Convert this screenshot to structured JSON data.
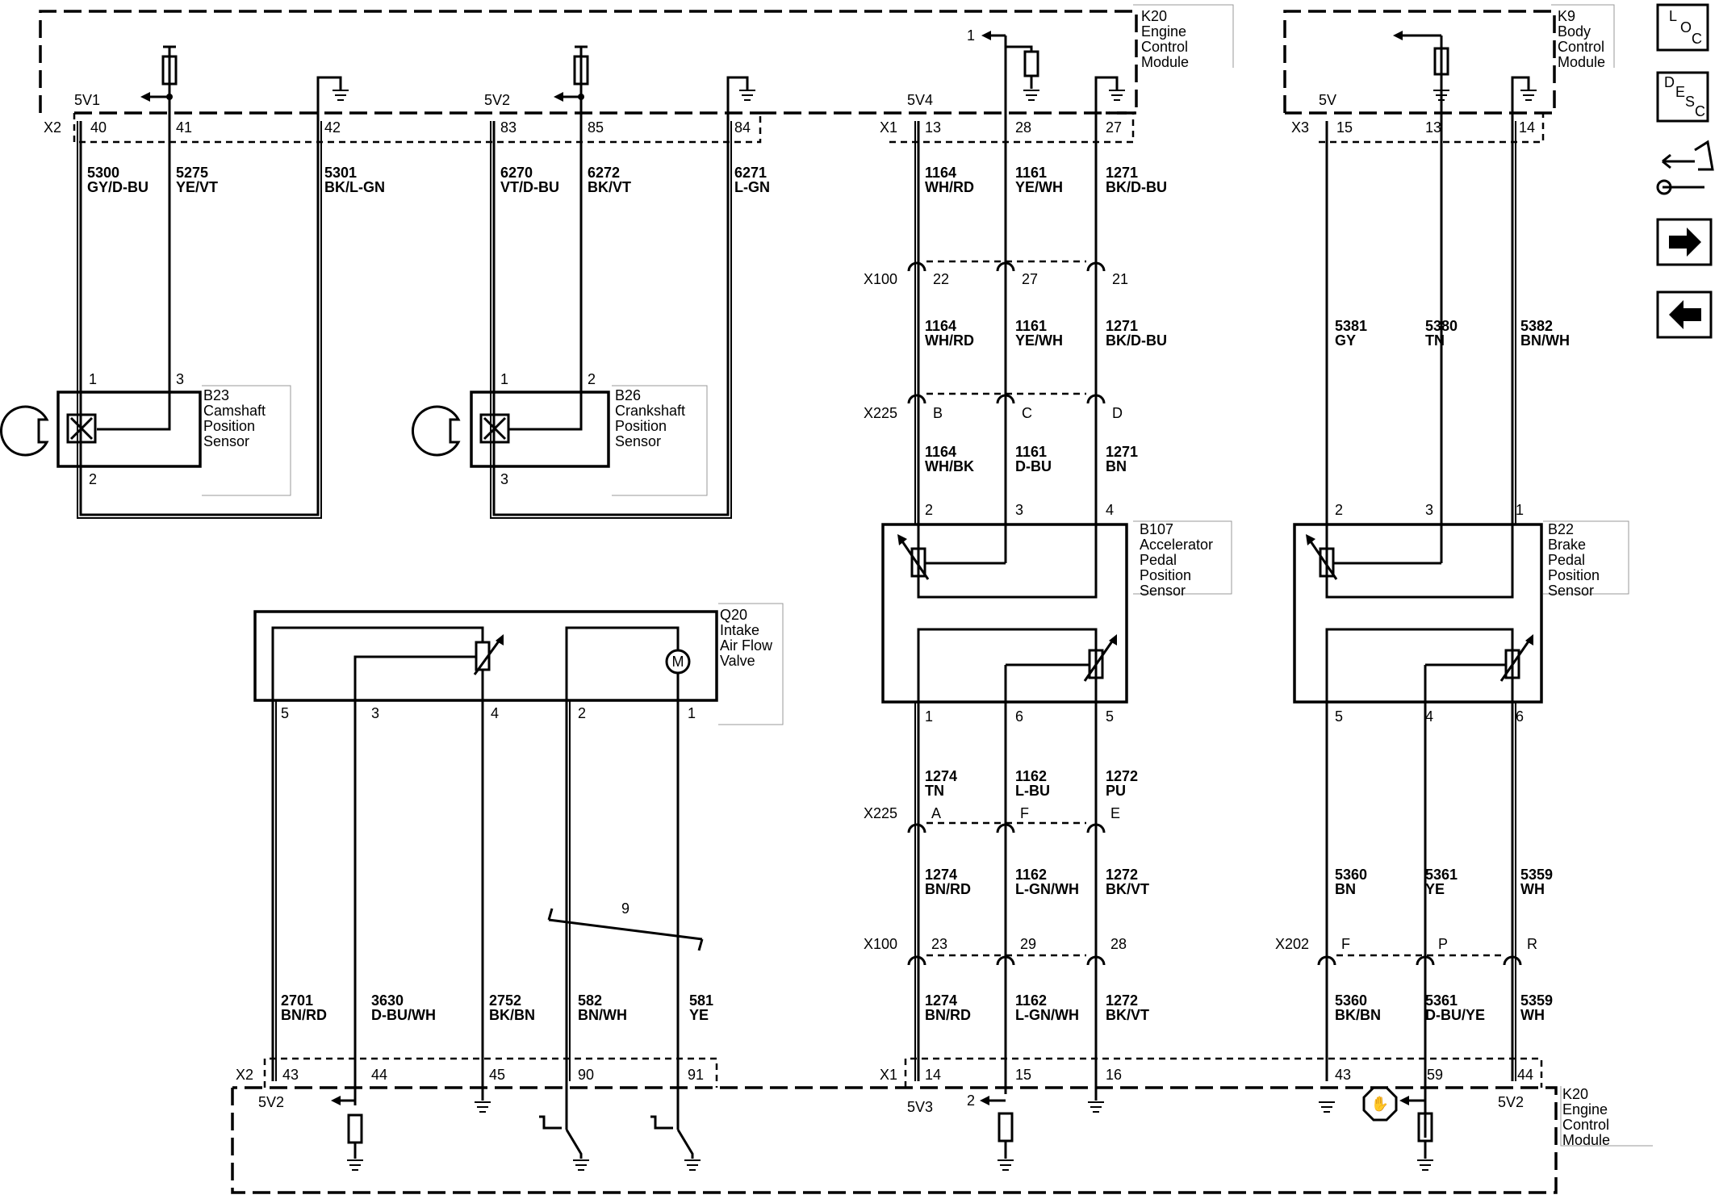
{
  "modules": {
    "k20_top": [
      "K20",
      "Engine",
      "Control",
      "Module"
    ],
    "k9": [
      "K9",
      "Body",
      "Control",
      "Module"
    ],
    "k20_bottom": [
      "K20",
      "Engine",
      "Control",
      "Module"
    ],
    "b23": [
      "B23",
      "Camshaft",
      "Position",
      "Sensor"
    ],
    "b26": [
      "B26",
      "Crankshaft",
      "Position",
      "Sensor"
    ],
    "b107": [
      "B107",
      "Accelerator",
      "Pedal",
      "Position",
      "Sensor"
    ],
    "b22": [
      "B22",
      "Brake",
      "Pedal",
      "Position",
      "Sensor"
    ],
    "q20": [
      "Q20",
      "Intake",
      "Air Flow",
      "Valve"
    ]
  },
  "connectors": {
    "x2_top": "X2",
    "x1_top": "X1",
    "x3_top": "X3",
    "x100_top": "X100",
    "x225_top": "X225",
    "x225_bot": "X225",
    "x100_bot": "X100",
    "x202": "X202",
    "x2_bot": "X2",
    "x1_bot": "X1"
  },
  "supplies": {
    "v51": "5V1",
    "v52_top": "5V2",
    "v54": "5V4",
    "v5": "5V",
    "v52_bot": "5V2",
    "v53": "5V3",
    "v52_right": "5V2"
  },
  "refs": {
    "ref1": "1",
    "ref2": "2",
    "twist": "9"
  },
  "pins": {
    "k20_x2_top": [
      "40",
      "41",
      "42",
      "83",
      "85",
      "84"
    ],
    "k20_x1_top": [
      "13",
      "28",
      "27"
    ],
    "k9_x3": [
      "15",
      "13",
      "14"
    ],
    "x100_top": [
      "22",
      "27",
      "21"
    ],
    "x225_top": [
      "B",
      "C",
      "D"
    ],
    "b107_top": [
      "2",
      "3",
      "4"
    ],
    "b22_top": [
      "2",
      "3",
      "1"
    ],
    "b23": [
      "1",
      "3",
      "2"
    ],
    "b26": [
      "1",
      "2",
      "3"
    ],
    "q20": [
      "5",
      "3",
      "4",
      "2",
      "1"
    ],
    "b107_bot": [
      "1",
      "6",
      "5"
    ],
    "b22_bot": [
      "5",
      "4",
      "6"
    ],
    "x225_bot": [
      "A",
      "F",
      "E"
    ],
    "x100_bot": [
      "23",
      "29",
      "28"
    ],
    "x202": [
      "F",
      "P",
      "R"
    ],
    "k20_x2_bot": [
      "43",
      "44",
      "45",
      "90",
      "91"
    ],
    "k20_x1_bot": [
      "14",
      "15",
      "16"
    ],
    "k20_right_bot": [
      "43",
      "59",
      "44"
    ]
  },
  "wires": {
    "cam": [
      [
        "5300",
        "GY/D-BU"
      ],
      [
        "5275",
        "YE/VT"
      ],
      [
        "5301",
        "BK/L-GN"
      ]
    ],
    "crank": [
      [
        "6270",
        "VT/D-BU"
      ],
      [
        "6272",
        "BK/VT"
      ],
      [
        "6271",
        "L-GN"
      ]
    ],
    "app_a": [
      [
        "1164",
        "WH/RD"
      ],
      [
        "1161",
        "YE/WH"
      ],
      [
        "1271",
        "BK/D-BU"
      ]
    ],
    "app_b": [
      [
        "1164",
        "WH/RD"
      ],
      [
        "1161",
        "YE/WH"
      ],
      [
        "1271",
        "BK/D-BU"
      ]
    ],
    "app_c": [
      [
        "1164",
        "WH/BK"
      ],
      [
        "1161",
        "D-BU"
      ],
      [
        "1271",
        "BN"
      ]
    ],
    "bpp_top": [
      [
        "5381",
        "GY"
      ],
      [
        "5380",
        "TN"
      ],
      [
        "5382",
        "BN/WH"
      ]
    ],
    "app_d": [
      [
        "1274",
        "TN"
      ],
      [
        "1162",
        "L-BU"
      ],
      [
        "1272",
        "PU"
      ]
    ],
    "app_e": [
      [
        "1274",
        "BN/RD"
      ],
      [
        "1162",
        "L-GN/WH"
      ],
      [
        "1272",
        "BK/VT"
      ]
    ],
    "app_f": [
      [
        "1274",
        "BN/RD"
      ],
      [
        "1162",
        "L-GN/WH"
      ],
      [
        "1272",
        "BK/VT"
      ]
    ],
    "bpp_mid": [
      [
        "5360",
        "BN"
      ],
      [
        "5361",
        "YE"
      ],
      [
        "5359",
        "WH"
      ]
    ],
    "bpp_bot": [
      [
        "5360",
        "BK/BN"
      ],
      [
        "5361",
        "D-BU/YE"
      ],
      [
        "5359",
        "WH"
      ]
    ],
    "q20": [
      [
        "2701",
        "BN/RD"
      ],
      [
        "3630",
        "D-BU/WH"
      ],
      [
        "2752",
        "BK/BN"
      ],
      [
        "582",
        "BN/WH"
      ],
      [
        "581",
        "YE"
      ]
    ]
  },
  "nav": {
    "loc": [
      "L",
      "O",
      "C"
    ],
    "desc": [
      "D",
      "E",
      "S",
      "C"
    ]
  },
  "icons": [
    "loc-icon",
    "desc-icon",
    "connector-tool-icon",
    "next-arrow-icon",
    "previous-arrow-icon"
  ]
}
